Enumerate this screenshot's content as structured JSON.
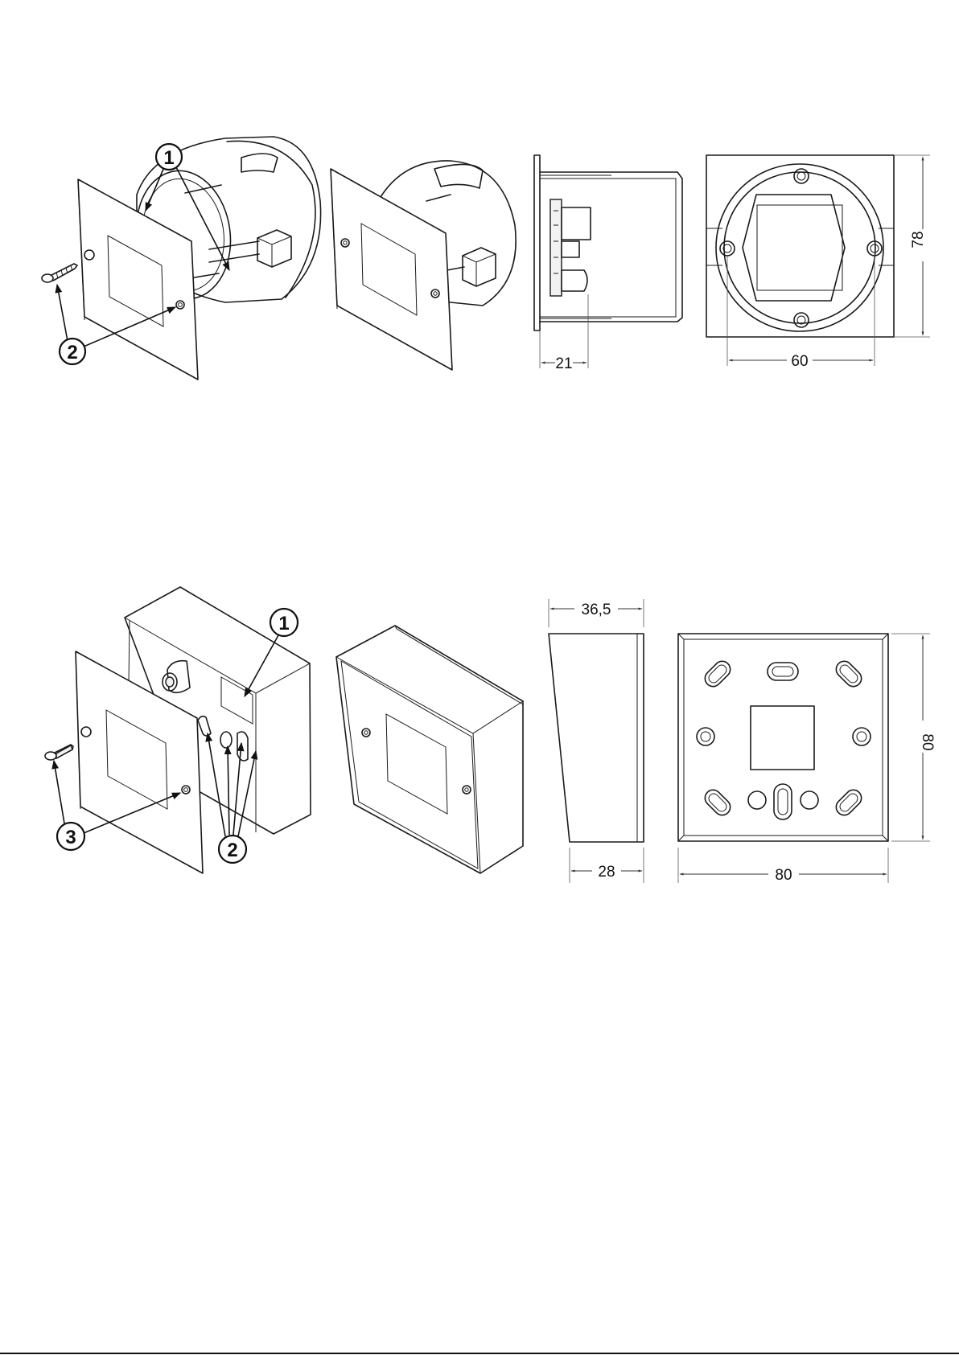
{
  "figure_1": {
    "callout_1": "1",
    "callout_2": "2",
    "dim_depth": "21",
    "dim_width": "60",
    "dim_height": "78"
  },
  "figure_2": {
    "callout_1": "1",
    "callout_2": "2",
    "callout_3": "3",
    "dim_top_depth": "36,5",
    "dim_bottom_depth": "28",
    "dim_width": "80",
    "dim_height": "80"
  }
}
